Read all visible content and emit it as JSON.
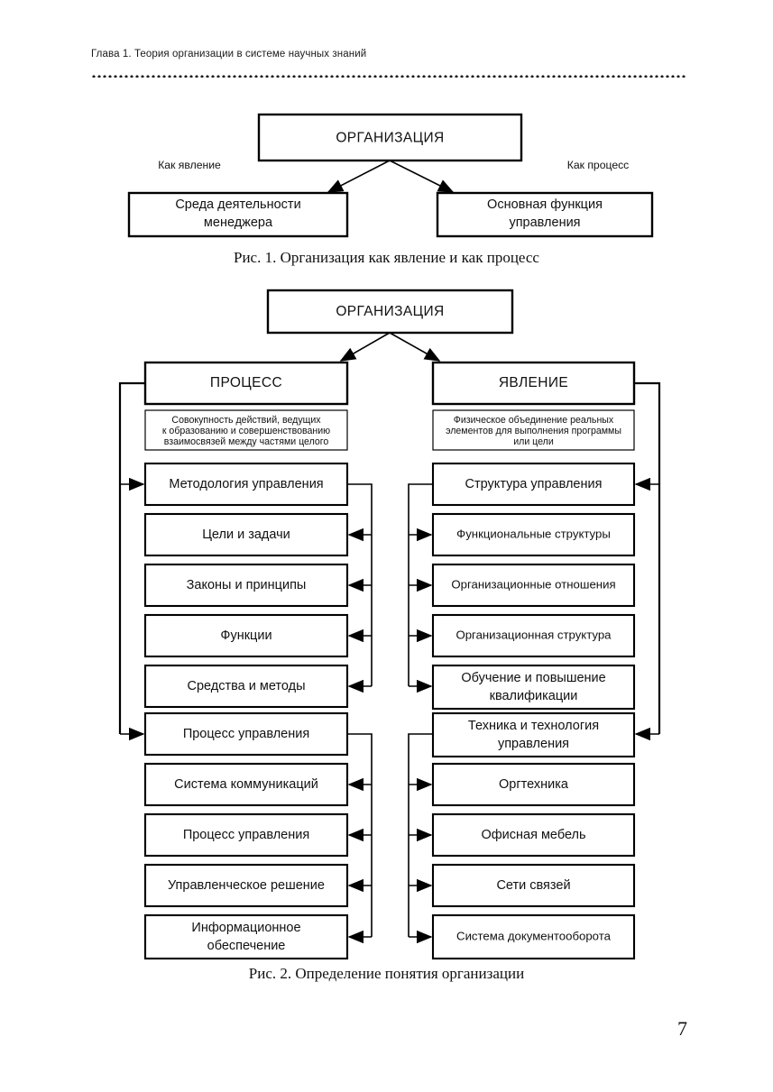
{
  "header": {
    "running_head": "Глава 1. Теория организации в системе научных знаний"
  },
  "folio": {
    "page_number": "7"
  },
  "figure1": {
    "caption": "Рис. 1. Организация как явление и как процесс",
    "root": "ОРГАНИЗАЦИЯ",
    "left_label": "Как явление",
    "right_label": "Как процесс",
    "left_box": "Среда деятельности менеджера",
    "left_box_line1": "Среда деятельности",
    "left_box_line2": "менеджера",
    "right_box": "Основная функция управления",
    "right_box_line1": "Основная функция",
    "right_box_line2": "управления"
  },
  "figure2": {
    "caption": "Рис. 2. Определение понятия организации",
    "root": "ОРГАНИЗАЦИЯ",
    "left_branch": {
      "title": "ПРОЦЕСС",
      "description_line1": "Совокупность действий, ведущих",
      "description_line2": "к образованию и совершенствованию",
      "description_line3": "взаимосвязей между частями целого",
      "groups": [
        {
          "head": "Методология управления",
          "items": [
            "Цели и задачи",
            "Законы и принципы",
            "Функции",
            "Средства и методы"
          ]
        },
        {
          "head": "Процесс управления",
          "items": [
            "Система коммуникаций",
            "Процесс управления",
            "Управленческое решение",
            "Информационное обеспечение"
          ]
        }
      ]
    },
    "right_branch": {
      "title": "ЯВЛЕНИЕ",
      "description_line1": "Физическое объединение реальных",
      "description_line2": "элементов для выполнения программы",
      "description_line3": "или цели",
      "groups": [
        {
          "head": "Структура управления",
          "items": [
            "Функциональные структуры",
            "Организационные отношения",
            "Организационная структура",
            "Обучение и повышение квалификации"
          ]
        },
        {
          "head": "Техника и технология управления",
          "items": [
            "Оргтехника",
            "Офисная мебель",
            "Сети связей",
            "Система документооборота"
          ]
        }
      ]
    }
  },
  "wrapped": {
    "obuchenie_l1": "Обучение и повышение",
    "obuchenie_l2": "квалификации",
    "tehnika_l1": "Техника и технология",
    "tehnika_l2": "управления",
    "info_l1": "Информационное",
    "info_l2": "обеспечение"
  },
  "colors": {
    "ink": "#000000",
    "paper": "#ffffff"
  }
}
